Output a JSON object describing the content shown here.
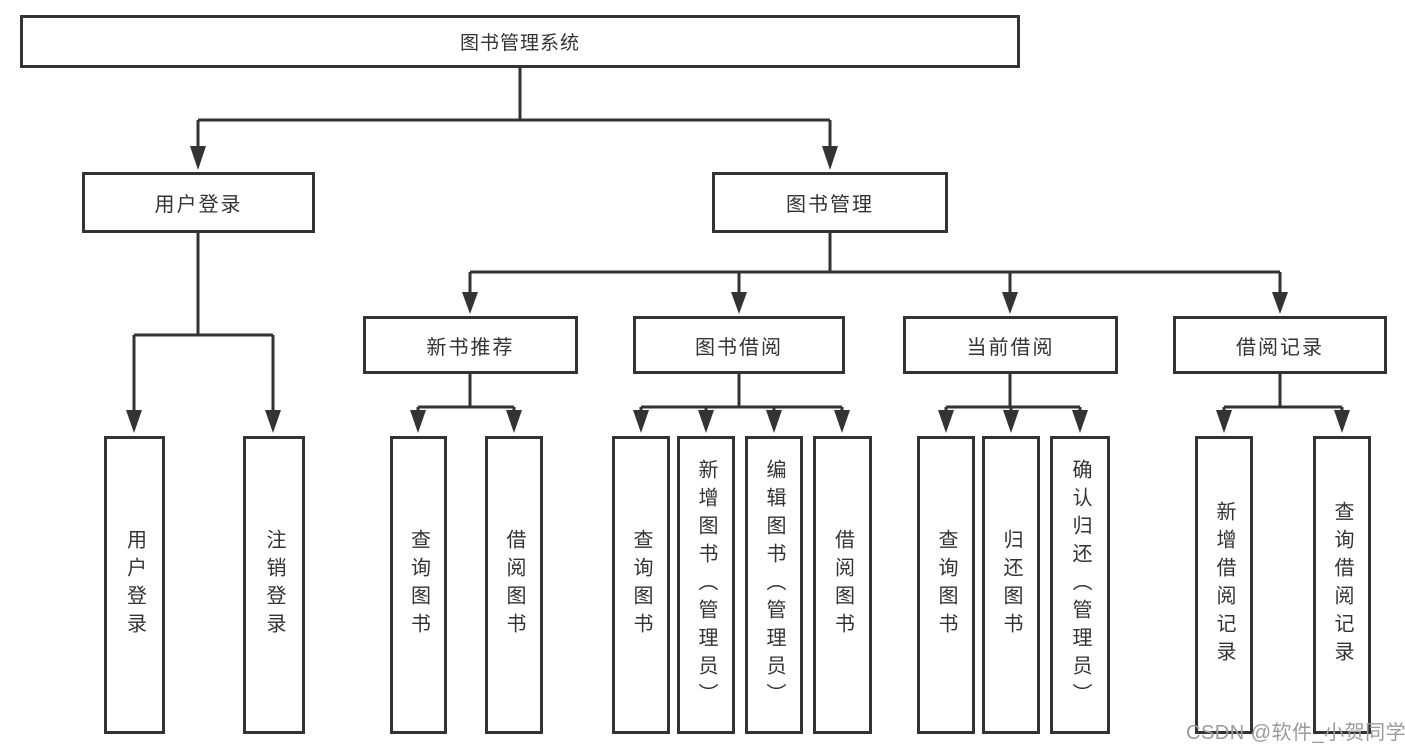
{
  "diagram": {
    "title": "图书管理系统",
    "tree": {
      "root": "图书管理系统",
      "branches": [
        {
          "label": "用户登录",
          "children": [
            {
              "label": "用户登录"
            },
            {
              "label": "注销登录"
            }
          ]
        },
        {
          "label": "图书管理",
          "children": [
            {
              "label": "新书推荐",
              "children": [
                {
                  "label": "查询图书"
                },
                {
                  "label": "借阅图书"
                }
              ]
            },
            {
              "label": "图书借阅",
              "children": [
                {
                  "label": "查询图书"
                },
                {
                  "label": "新增图书（管理员）"
                },
                {
                  "label": "编辑图书（管理员）"
                },
                {
                  "label": "借阅图书"
                }
              ]
            },
            {
              "label": "当前借阅",
              "children": [
                {
                  "label": "查询图书"
                },
                {
                  "label": "归还图书"
                },
                {
                  "label": "确认归还（管理员）"
                }
              ]
            },
            {
              "label": "借阅记录",
              "children": [
                {
                  "label": "新增借阅记录"
                },
                {
                  "label": "查询借阅记录"
                }
              ]
            }
          ]
        }
      ]
    },
    "watermark": "CSDN @软件_小贺同学",
    "colors": {
      "line": "#333333",
      "text": "#333333",
      "box_border": "#333333",
      "background": "#ffffff",
      "watermark": "#9b9b9b"
    }
  }
}
